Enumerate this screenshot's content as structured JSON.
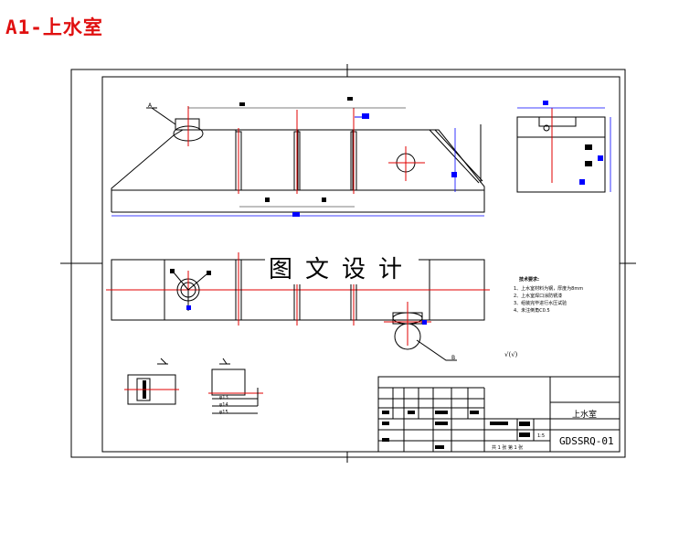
{
  "page_title": "A1-上水室",
  "watermark": "图文设计",
  "title_block": {
    "part_name": "上水室",
    "drawing_no": "GDSSRQ-01",
    "scale": "1:5",
    "sheet_info": "共 1 张  第 1 张"
  },
  "tech_notes": {
    "heading": "技术要求:",
    "items": [
      "1、上水室材料为钢，厚度为8mm",
      "2、上水室焊口涂防锈漆",
      "3、组装完毕进行水压试验",
      "4、未注倒角C0.5"
    ]
  },
  "surface_mark": "√(√)",
  "leaders": {
    "a": "A",
    "b": "B"
  },
  "dims": {
    "d1": "φ13",
    "d2": "φ14",
    "d3": "φ15"
  },
  "colors": {
    "line": "#000000",
    "center": "#e00000",
    "dim": "#0000ff"
  }
}
